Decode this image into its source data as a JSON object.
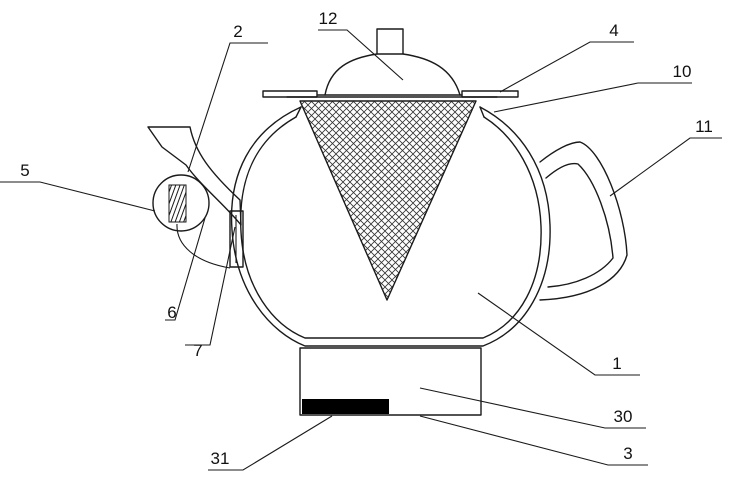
{
  "labels": {
    "l2": "2",
    "l12": "12",
    "l4": "4",
    "l10": "10",
    "l11": "11",
    "l5": "5",
    "l6": "6",
    "l7": "7",
    "l1": "1",
    "l30": "30",
    "l31": "31",
    "l3": "3"
  },
  "colors": {
    "stroke": "#1a1a1a",
    "mesh": "#333333",
    "heater": "#000000",
    "background": "#ffffff"
  }
}
